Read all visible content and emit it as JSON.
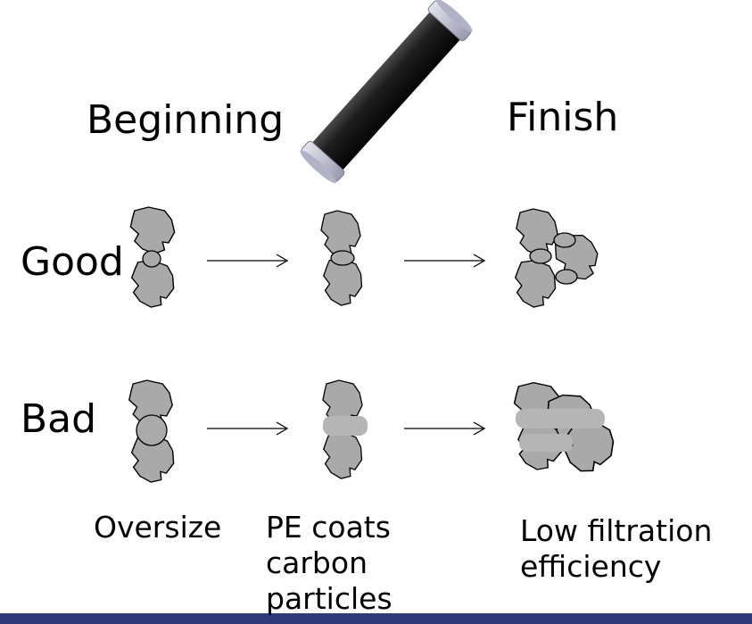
{
  "header": {
    "beginning_label": "Beginning",
    "finish_label": "Finish"
  },
  "rows": {
    "good": {
      "label": "Good"
    },
    "bad": {
      "label": "Bad"
    }
  },
  "captions": {
    "oversize": "Oversize",
    "pe_coats": "PE coats\ncarbon\nparticles",
    "low_filtration": "Low filtration\nefficiency"
  },
  "colors": {
    "particle_fill": "#a9a9a9",
    "binder_fill": "#aaaaaa",
    "smear_fill": "#b5b5b5",
    "cartridge_body": "#1c1c1c",
    "cartridge_cap": "#c9c9d6",
    "footer_bar": "#2e3a7a"
  },
  "icons": {
    "cartridge": "filter-cartridge-icon",
    "arrow": "right-arrow-icon"
  }
}
